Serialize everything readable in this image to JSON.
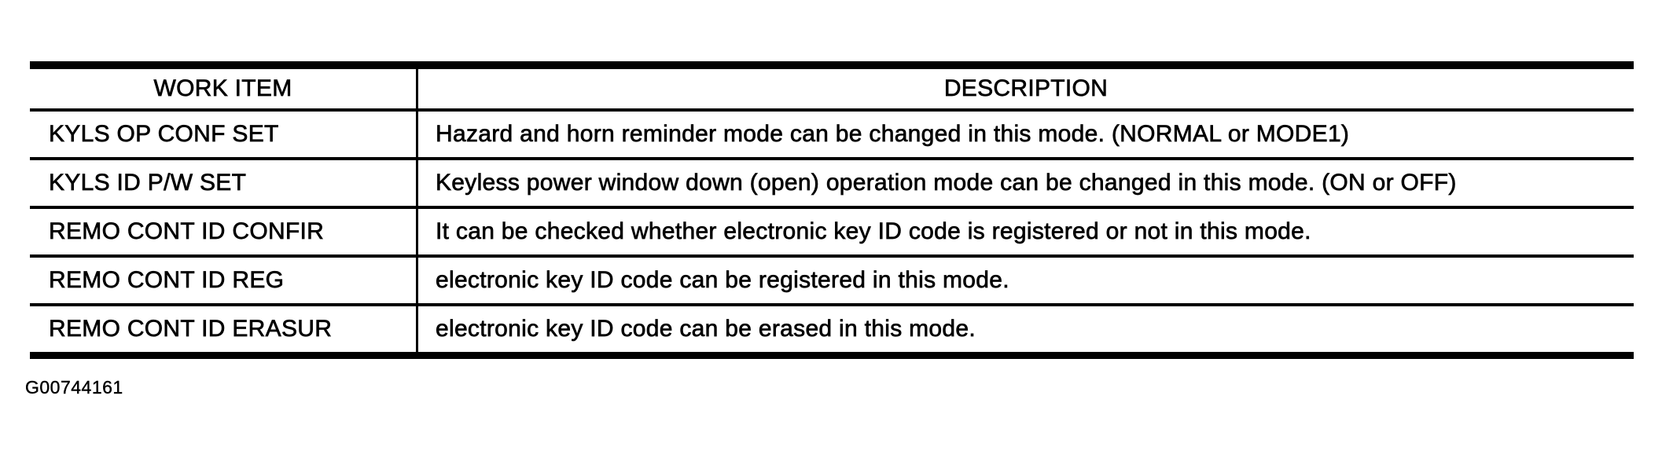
{
  "colors": {
    "ink": "#000000",
    "background": "#ffffff"
  },
  "table": {
    "headers": [
      "WORK ITEM",
      "DESCRIPTION"
    ],
    "rows": [
      {
        "work_item": "KYLS OP CONF SET",
        "description": "Hazard and horn reminder mode can be changed in this mode. (NORMAL or MODE1)"
      },
      {
        "work_item": "KYLS ID P/W SET",
        "description": "Keyless power window down (open) operation mode can be changed in this mode. (ON or OFF)"
      },
      {
        "work_item": "REMO CONT ID CONFIR",
        "description": "It can be checked whether electronic key ID code is registered or not in this mode."
      },
      {
        "work_item": "REMO CONT ID REG",
        "description": "electronic key ID code can be registered in this mode."
      },
      {
        "work_item": "REMO CONT ID ERASUR",
        "description": "electronic key ID code can be erased in this mode."
      }
    ]
  },
  "caption": "G00744161"
}
